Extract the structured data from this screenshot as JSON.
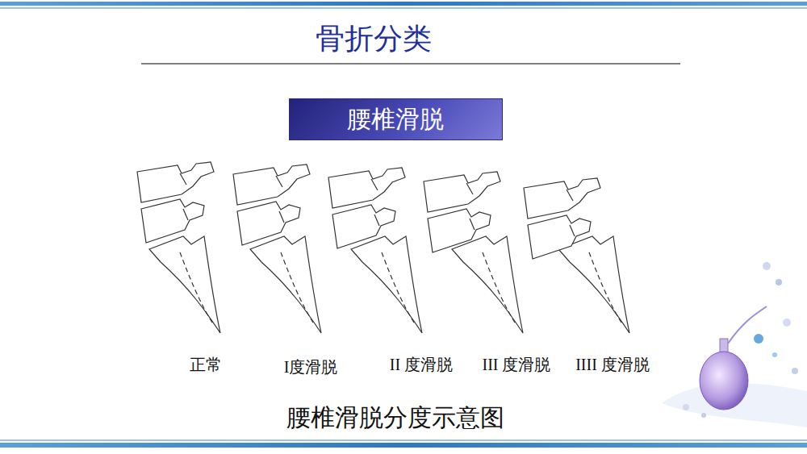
{
  "diagram": {
    "title": "骨折分类",
    "caption": "腰椎滑脱分度示意图",
    "nodes": [
      {
        "text": [
          "腰椎滑脱"
        ]
      }
    ],
    "labels": [
      "正常",
      "I度滑脱",
      "II 度滑脱",
      "III 度滑脱",
      "IIII 度滑脱"
    ]
  }
}
